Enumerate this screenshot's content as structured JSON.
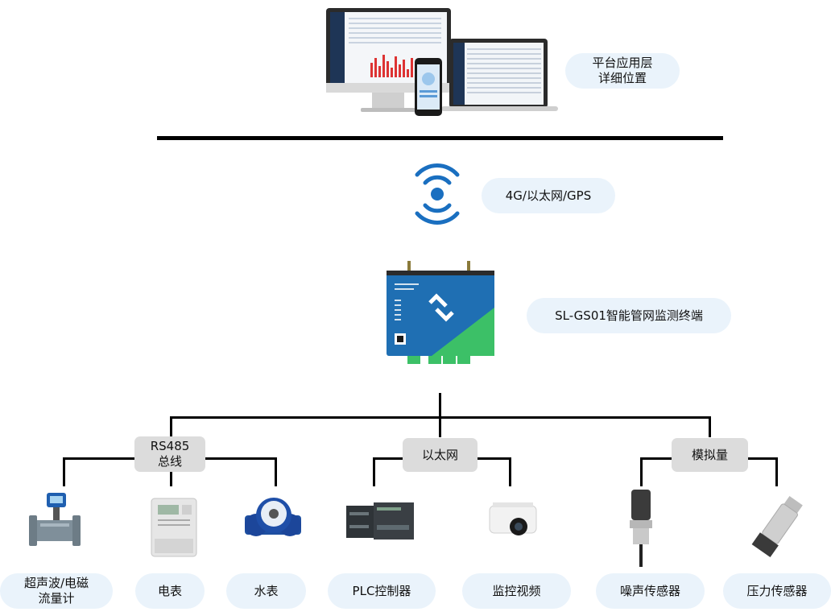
{
  "platform": {
    "line1": "平台应用层",
    "line2": "详细位置"
  },
  "network": {
    "label": "4G/以太网/GPS"
  },
  "terminal": {
    "label": "SL-GS01智能管网监测终端"
  },
  "buses": [
    {
      "line1": "RS485",
      "line2": "总线"
    },
    {
      "label": "以太网"
    },
    {
      "label": "模拟量"
    }
  ],
  "devices": [
    {
      "line1": "超声波/电磁",
      "line2": "流量计"
    },
    {
      "label": "电表"
    },
    {
      "label": "水表"
    },
    {
      "label": "PLC控制器"
    },
    {
      "label": "监控视频"
    },
    {
      "label": "噪声传感器"
    },
    {
      "label": "压力传感器"
    }
  ],
  "colors": {
    "pill_bg": "#eaf3fb",
    "bus_bg": "#dcdcdc",
    "wifi_blue": "#1a6fc0",
    "device_blue": "#1f6fb3",
    "device_green": "#3cc067"
  }
}
